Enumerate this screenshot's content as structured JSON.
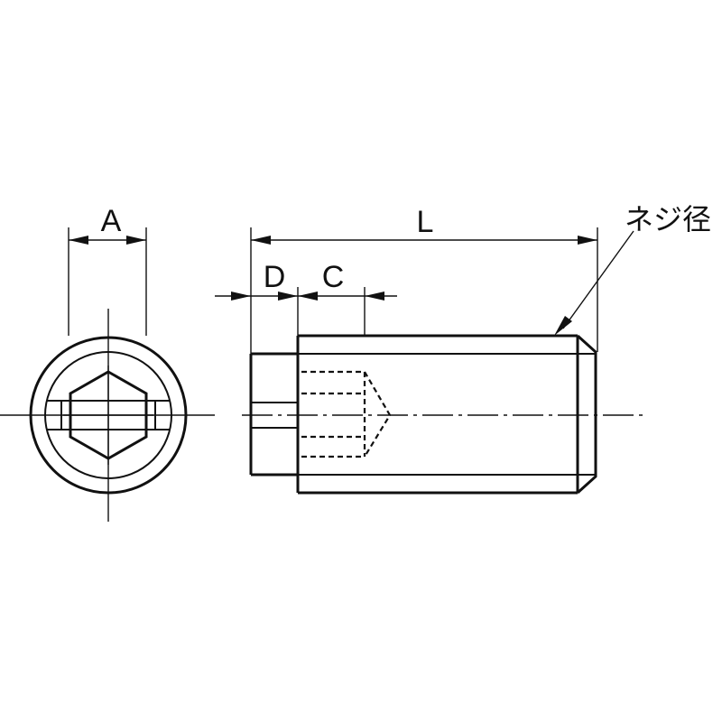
{
  "labels": {
    "a": "A",
    "l": "L",
    "d": "D",
    "c": "C",
    "thread": "ネジ径"
  }
}
